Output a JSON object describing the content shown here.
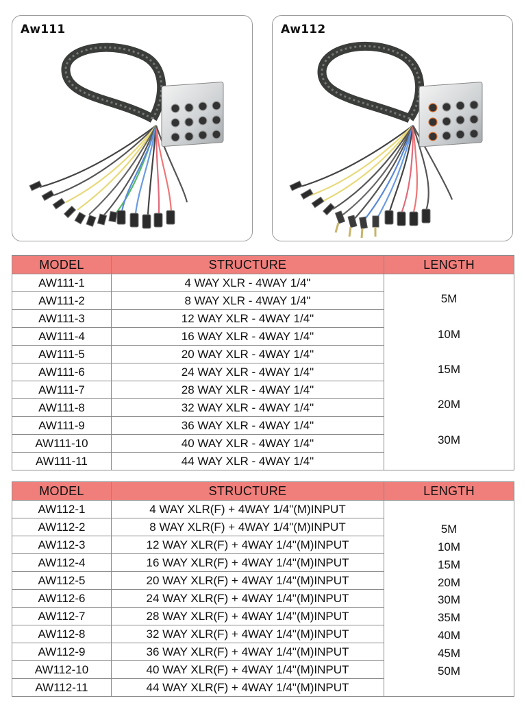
{
  "cards": [
    {
      "title": "Aw111"
    },
    {
      "title": "Aw112"
    }
  ],
  "colors": {
    "header_bg": "#f07f7b",
    "border": "#8a8a8a"
  },
  "table1": {
    "headers": [
      "MODEL",
      "STRUCTURE",
      "LENGTH"
    ],
    "rows": [
      {
        "model": "AW111-1",
        "structure": "4 WAY XLR - 4WAY 1/4\""
      },
      {
        "model": "AW111-2",
        "structure": "8 WAY XLR - 4WAY 1/4\""
      },
      {
        "model": "AW111-3",
        "structure": "12 WAY XLR - 4WAY 1/4\""
      },
      {
        "model": "AW111-4",
        "structure": "16 WAY XLR - 4WAY 1/4\""
      },
      {
        "model": "AW111-5",
        "structure": "20 WAY XLR - 4WAY 1/4\""
      },
      {
        "model": "AW111-6",
        "structure": "24 WAY XLR - 4WAY 1/4\""
      },
      {
        "model": "AW111-7",
        "structure": "28 WAY XLR - 4WAY 1/4\""
      },
      {
        "model": "AW111-8",
        "structure": "32 WAY XLR - 4WAY 1/4\""
      },
      {
        "model": "AW111-9",
        "structure": "36 WAY XLR - 4WAY 1/4\""
      },
      {
        "model": "AW111-10",
        "structure": "40 WAY XLR - 4WAY 1/4\""
      },
      {
        "model": "AW111-11",
        "structure": "44 WAY XLR - 4WAY 1/4\""
      }
    ],
    "lengths": [
      "5M",
      "10M",
      "15M",
      "20M",
      "30M"
    ]
  },
  "table2": {
    "headers": [
      "MODEL",
      "STRUCTURE",
      "LENGTH"
    ],
    "rows": [
      {
        "model": "AW112-1",
        "structure": "4 WAY XLR(F) + 4WAY 1/4\"(M)INPUT"
      },
      {
        "model": "AW112-2",
        "structure": "8 WAY XLR(F) + 4WAY 1/4\"(M)INPUT"
      },
      {
        "model": "AW112-3",
        "structure": "12 WAY XLR(F) + 4WAY 1/4\"(M)INPUT"
      },
      {
        "model": "AW112-4",
        "structure": "16 WAY XLR(F) + 4WAY 1/4\"(M)INPUT"
      },
      {
        "model": "AW112-5",
        "structure": "20 WAY XLR(F) + 4WAY 1/4\"(M)INPUT"
      },
      {
        "model": "AW112-6",
        "structure": "24 WAY XLR(F) + 4WAY 1/4\"(M)INPUT"
      },
      {
        "model": "AW112-7",
        "structure": "28 WAY XLR(F) + 4WAY 1/4\"(M)INPUT"
      },
      {
        "model": "AW112-8",
        "structure": "32 WAY XLR(F) + 4WAY 1/4\"(M)INPUT"
      },
      {
        "model": "AW112-9",
        "structure": "36 WAY XLR(F) + 4WAY 1/4\"(M)INPUT"
      },
      {
        "model": "AW112-10",
        "structure": "40 WAY XLR(F) + 4WAY 1/4\"(M)INPUT"
      },
      {
        "model": "AW112-11",
        "structure": "44 WAY XLR(F) + 4WAY 1/4\"(M)INPUT"
      }
    ],
    "lengths": [
      "5M",
      "10M",
      "15M",
      "20M",
      "30M",
      "35M",
      "40M",
      "45M",
      "50M"
    ]
  }
}
